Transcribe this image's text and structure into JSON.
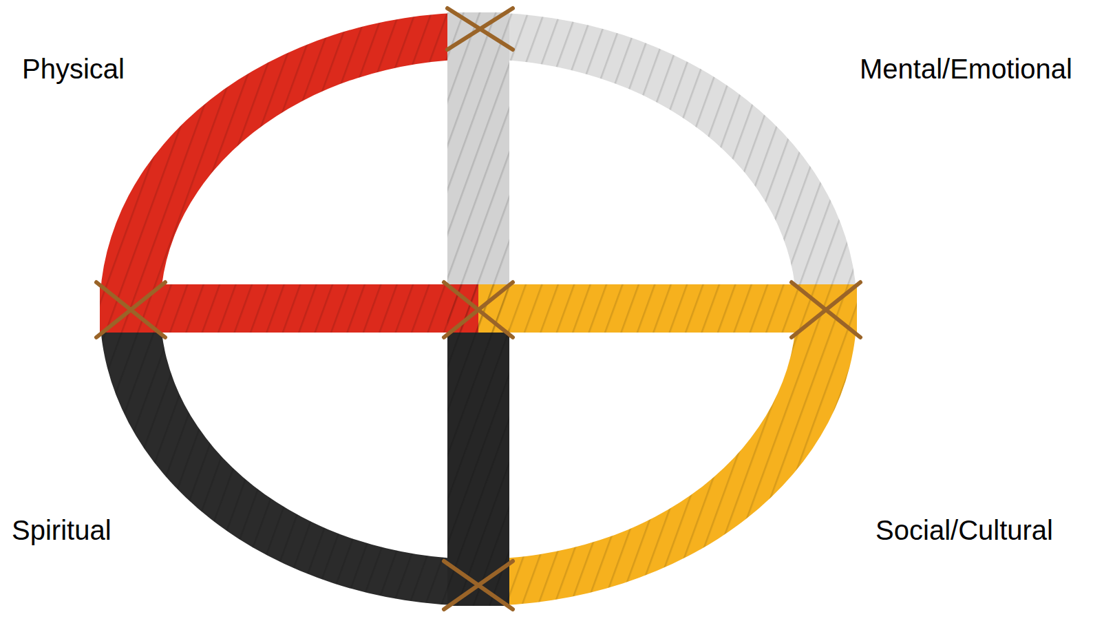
{
  "diagram": {
    "labels": [
      "Physical",
      "Mental/Emotional",
      "Spiritual",
      "Social/Cultural"
    ]
  }
}
